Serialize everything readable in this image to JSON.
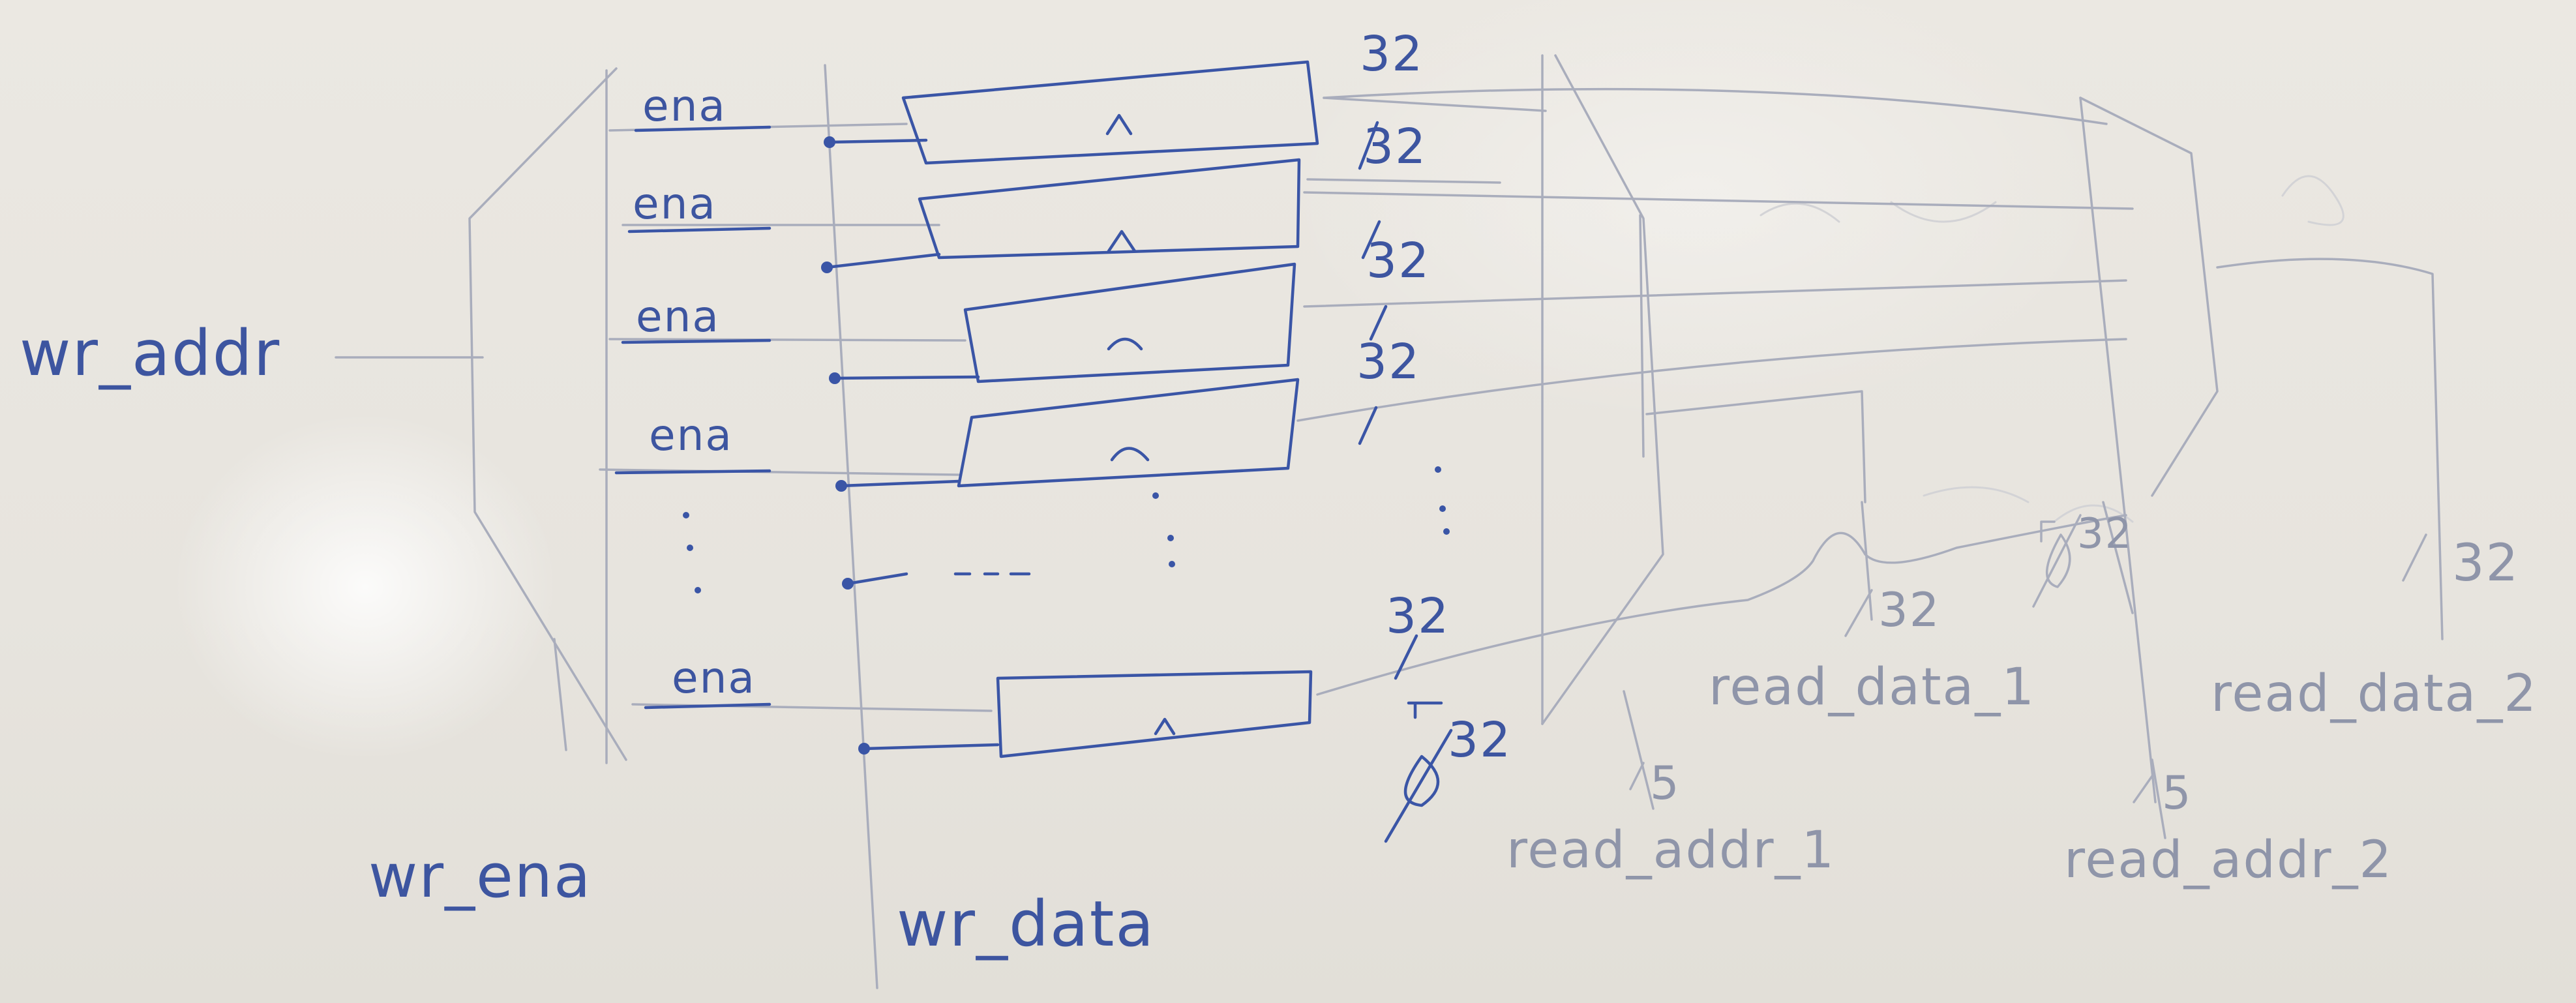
{
  "labels": {
    "wr_addr": "wr_addr",
    "wr_ena": "wr_ena",
    "wr_data": "wr_data",
    "read_addr_1": "read_addr_1",
    "read_addr_2": "read_addr_2",
    "read_data_1": "read_data_1",
    "read_data_2": "read_data_2",
    "ena": "ena",
    "clock_mark": "^",
    "bus_width": "32",
    "addr_width": "5",
    "zero": "Ø"
  },
  "registers": [
    {
      "enable_label": "ena",
      "width": "32"
    },
    {
      "enable_label": "ena",
      "width": "32"
    },
    {
      "enable_label": "ena",
      "width": "32"
    },
    {
      "enable_label": "ena",
      "width": "32"
    },
    {
      "enable_label": "ena",
      "width": "32"
    }
  ],
  "colors": {
    "marker": "#3a55a6",
    "faint_marker": "#a9adbc",
    "board": "#e9e6e0"
  }
}
